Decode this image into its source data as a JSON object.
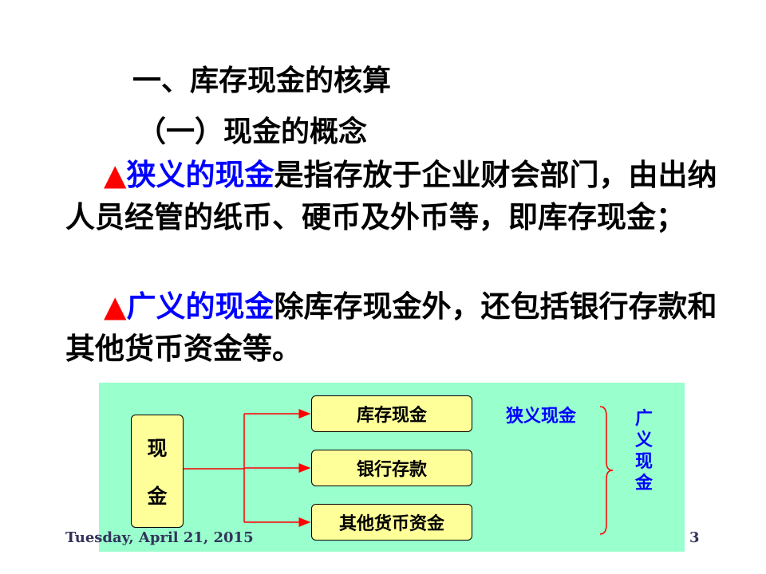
{
  "heading1": "一、库存现金的核算",
  "heading2": "（一）现金的概念",
  "para1": {
    "marker": "▲",
    "term": "狭义的现金",
    "text": "是指存放于企业财会部门，由出纳人员经管的纸币、硬币及外币等，即库存现金；"
  },
  "para2": {
    "marker": "▲",
    "term": "广义的现金",
    "text": "除库存现金外，还包括银行存款和其他货币资金等。"
  },
  "diagram": {
    "source_chars": [
      "现",
      "金"
    ],
    "items": [
      "库存现金",
      "银行存款",
      "其他货币资金"
    ],
    "narrow_label": "狭义现金",
    "broad_label_chars": [
      "广",
      "义",
      "现",
      "金"
    ]
  },
  "footer": {
    "date": "Tuesday, April 21, 2015",
    "page": "3"
  },
  "colors": {
    "marker": "#ff0000",
    "term": "#0000ff",
    "diagram_bg": "#99ffcc",
    "box_fill": "#ffff99",
    "arrow": "#ff0000"
  }
}
